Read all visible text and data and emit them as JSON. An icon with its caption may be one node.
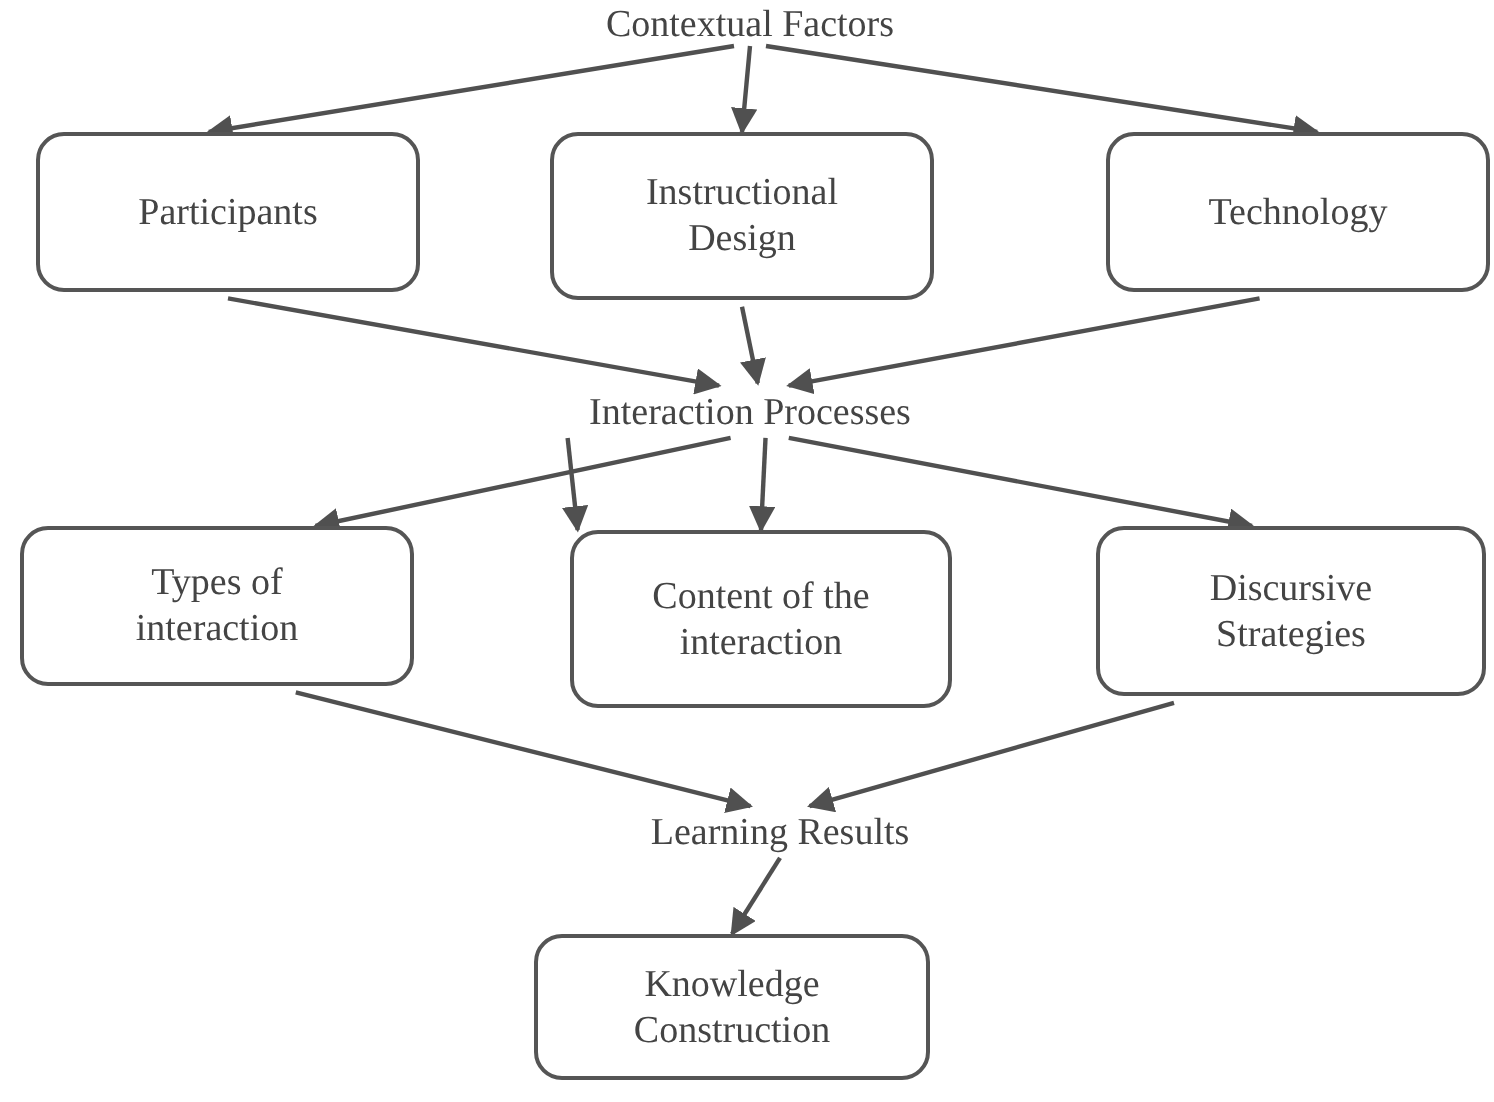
{
  "diagram": {
    "nodes": [
      {
        "text": [
          "Contextual Factors"
        ]
      },
      {
        "text": [
          "Participants"
        ]
      },
      {
        "text": [
          "Instructional Design"
        ]
      },
      {
        "text": [
          "Technology"
        ]
      },
      {
        "text": [
          "Interaction Processes"
        ]
      },
      {
        "text": [
          "Types of interaction"
        ]
      },
      {
        "text": [
          "Content of the interaction"
        ]
      },
      {
        "text": [
          "Discursive Strategies"
        ]
      },
      {
        "text": [
          "Learning Results"
        ]
      },
      {
        "text": [
          "Knowledge Construction"
        ]
      }
    ],
    "edges": [
      {
        "from": 0,
        "to": 1,
        "arrow": "to"
      },
      {
        "from": 0,
        "to": 2,
        "arrow": "to"
      },
      {
        "from": 0,
        "to": 3,
        "arrow": "to"
      },
      {
        "from": 1,
        "to": 4,
        "arrow": "to"
      },
      {
        "from": 2,
        "to": 4,
        "arrow": "to"
      },
      {
        "from": 3,
        "to": 4,
        "arrow": "to"
      },
      {
        "from": 4,
        "to": 5,
        "arrow": "to"
      },
      {
        "from": 4,
        "to": 6,
        "arrow": "to"
      },
      {
        "from": 4,
        "to": 6,
        "arrow": "to"
      },
      {
        "from": 4,
        "to": 7,
        "arrow": "to"
      },
      {
        "from": 5,
        "to": 8,
        "arrow": "to"
      },
      {
        "from": 7,
        "to": 8,
        "arrow": "to"
      },
      {
        "from": 8,
        "to": 9,
        "arrow": "to"
      }
    ]
  }
}
